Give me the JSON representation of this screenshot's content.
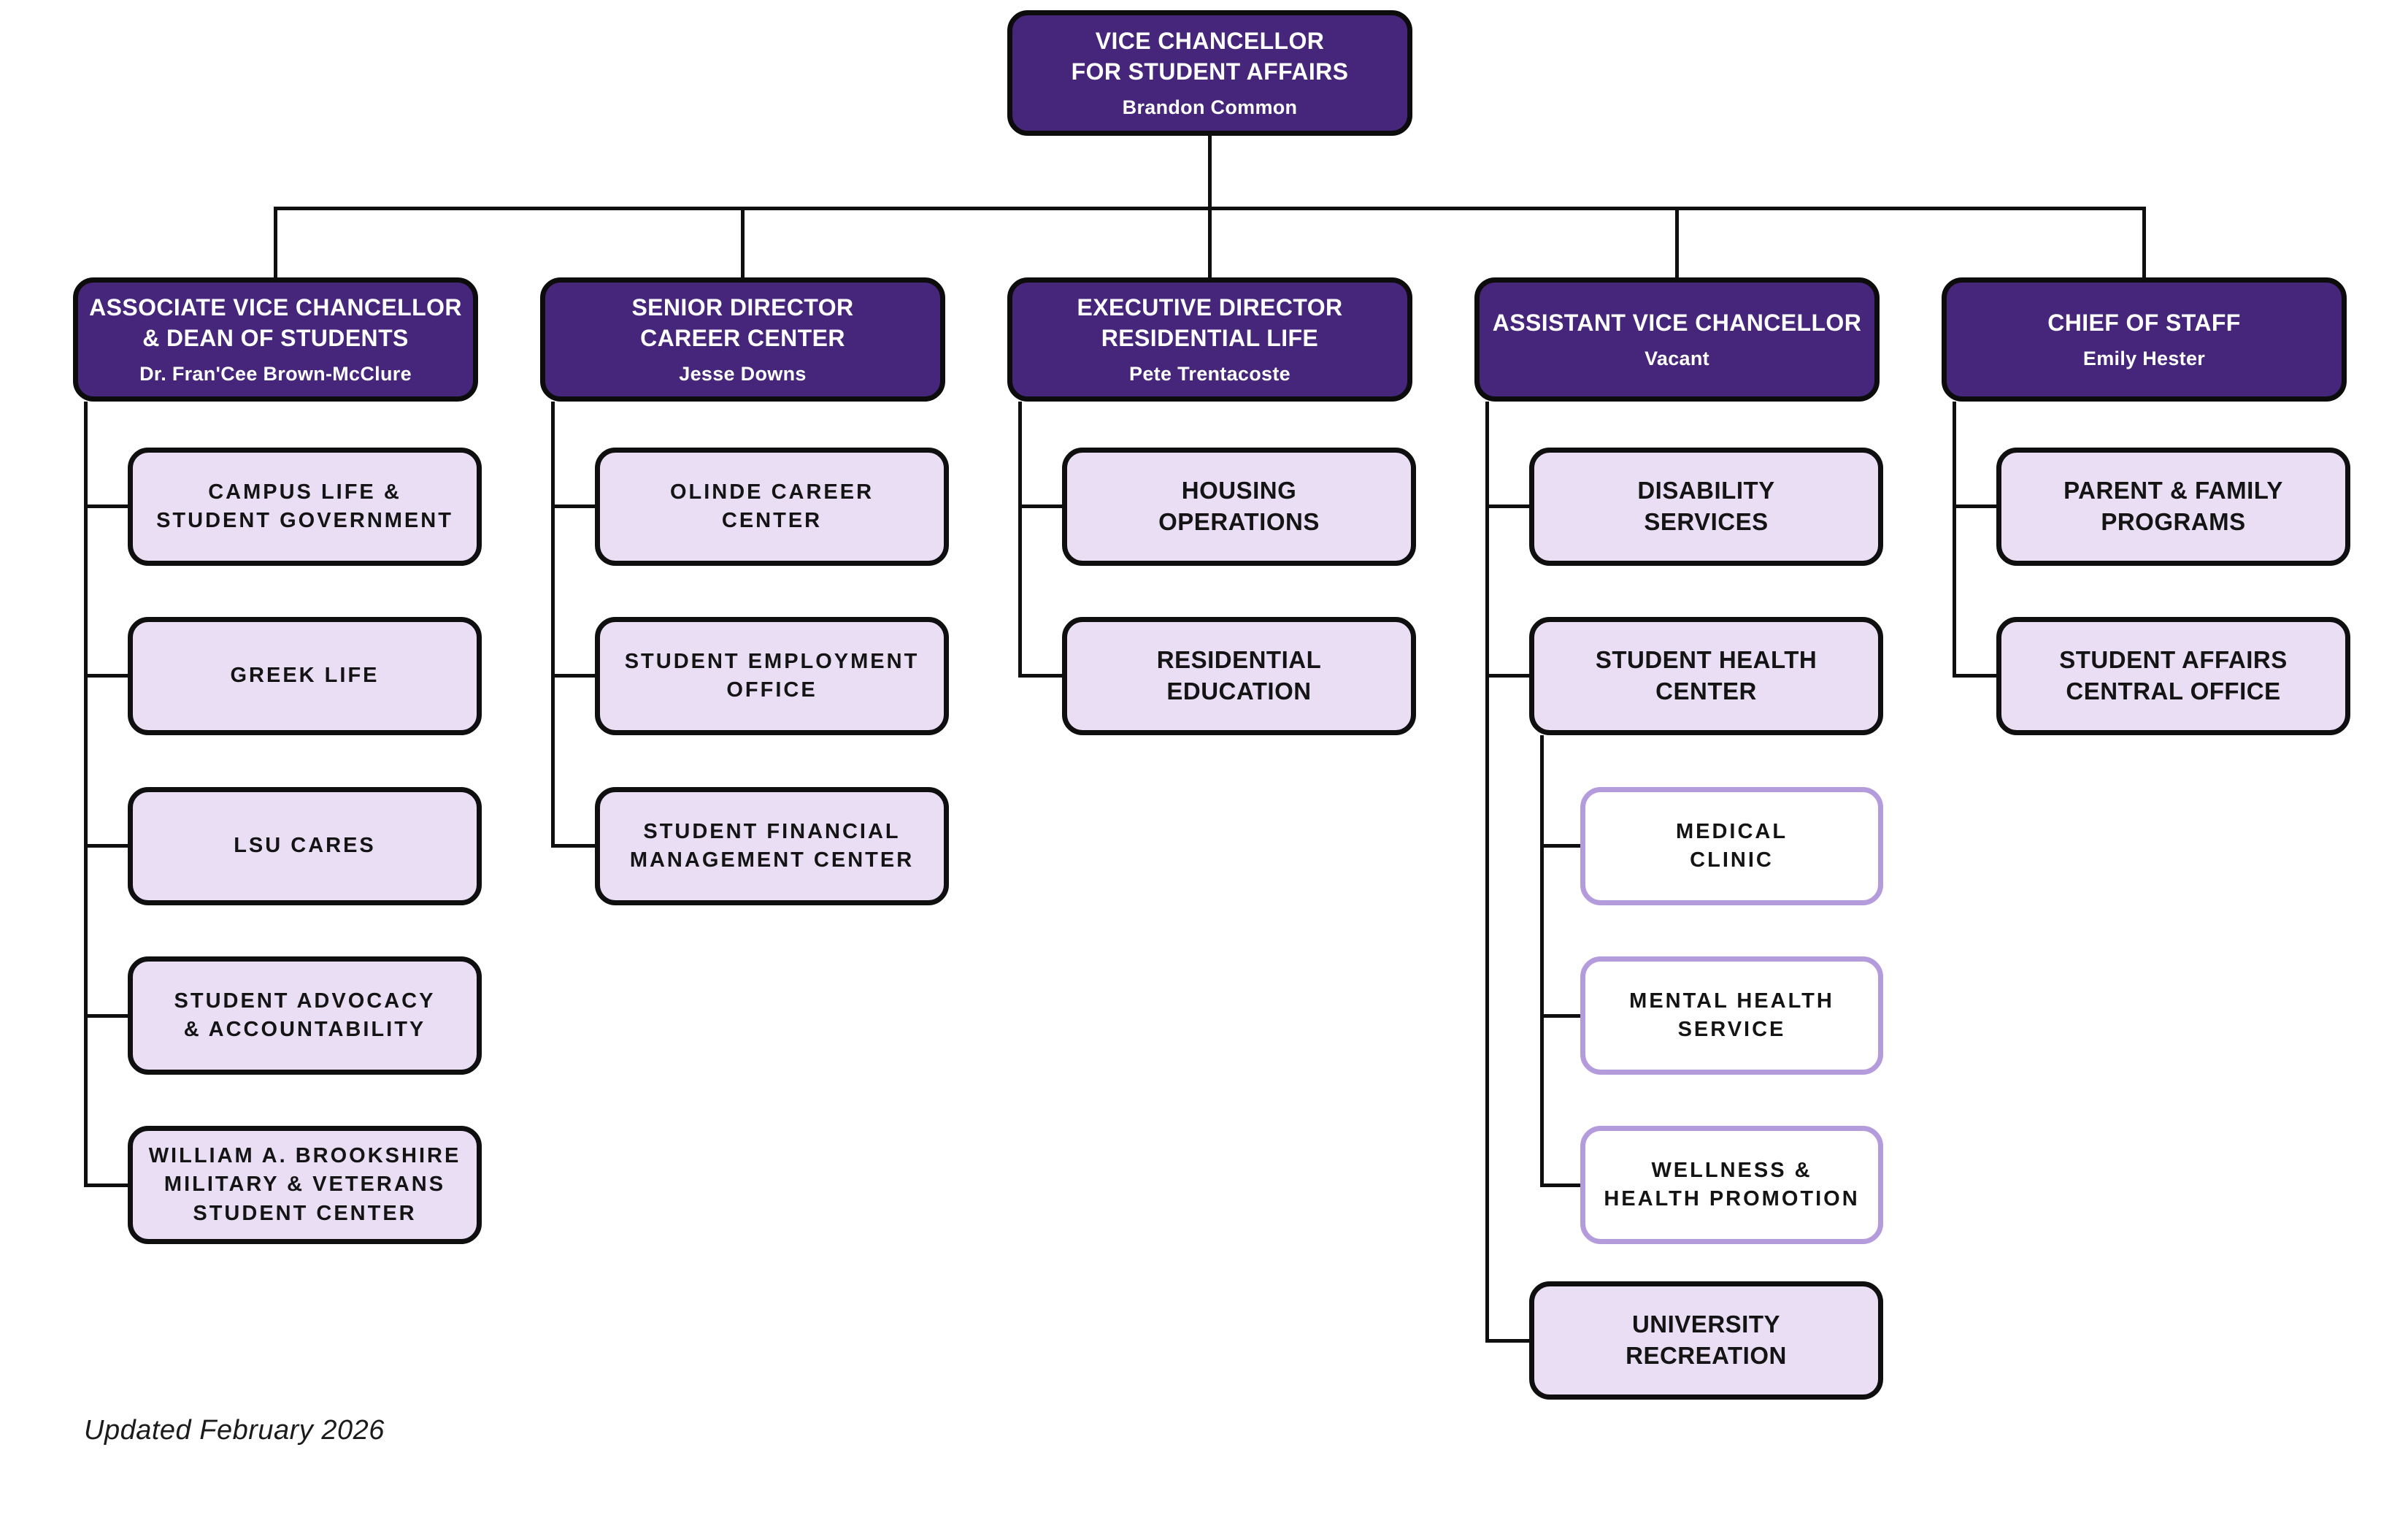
{
  "palette": {
    "brand_purple": "#46267B",
    "light_purple_fill": "#E9DEF4",
    "outline_purple_border": "#B49BDB",
    "connector_black": "#0F0F0F"
  },
  "root": {
    "title": "VICE CHANCELLOR\nFOR STUDENT AFFAIRS",
    "person": "Brandon Common"
  },
  "branches": [
    {
      "head": {
        "title": "ASSOCIATE VICE CHANCELLOR\n& DEAN OF STUDENTS",
        "person": "Dr. Fran'Cee Brown-McClure"
      },
      "children": [
        {
          "label": "CAMPUS LIFE &\nSTUDENT GOVERNMENT"
        },
        {
          "label": "GREEK LIFE"
        },
        {
          "label": "LSU CARES"
        },
        {
          "label": "STUDENT ADVOCACY\n& ACCOUNTABILITY"
        },
        {
          "label": "WILLIAM A. BROOKSHIRE\nMILITARY & VETERANS\nSTUDENT CENTER"
        }
      ]
    },
    {
      "head": {
        "title": "SENIOR DIRECTOR\nCAREER CENTER",
        "person": "Jesse Downs"
      },
      "children": [
        {
          "label": "OLINDE CAREER\nCENTER"
        },
        {
          "label": "STUDENT EMPLOYMENT\nOFFICE"
        },
        {
          "label": "STUDENT FINANCIAL\nMANAGEMENT CENTER"
        }
      ]
    },
    {
      "head": {
        "title": "EXECUTIVE DIRECTOR\nRESIDENTIAL LIFE",
        "person": "Pete Trentacoste"
      },
      "children": [
        {
          "label": "HOUSING\nOPERATIONS"
        },
        {
          "label": "RESIDENTIAL\nEDUCATION"
        }
      ]
    },
    {
      "head": {
        "title": "ASSISTANT VICE CHANCELLOR",
        "person": "Vacant"
      },
      "children": [
        {
          "label": "DISABILITY\nSERVICES"
        },
        {
          "label": "STUDENT HEALTH\nCENTER",
          "children": [
            {
              "label": "MEDICAL\nCLINIC"
            },
            {
              "label": "MENTAL HEALTH\nSERVICE"
            },
            {
              "label": "WELLNESS &\nHEALTH PROMOTION"
            }
          ]
        },
        {
          "label": "UNIVERSITY\nRECREATION"
        }
      ]
    },
    {
      "head": {
        "title": "CHIEF OF STAFF",
        "person": "Emily Hester"
      },
      "children": [
        {
          "label": "PARENT & FAMILY\nPROGRAMS"
        },
        {
          "label": "STUDENT AFFAIRS\nCENTRAL OFFICE"
        }
      ]
    }
  ],
  "footer": {
    "updated": "Updated February 2026"
  }
}
